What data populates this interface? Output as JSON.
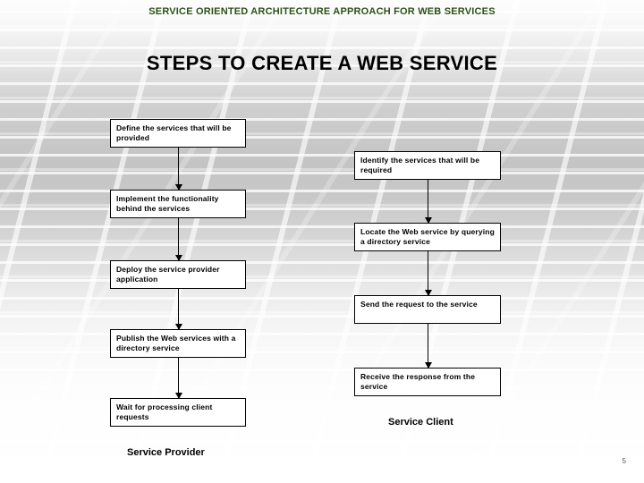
{
  "slide": {
    "header_title": "SERVICE ORIENTED ARCHITECTURE APPROACH FOR WEB SERVICES",
    "subtitle": "STEPS TO CREATE A WEB SERVICE",
    "page_number": "5",
    "header_color": "#2f4f17",
    "subtitle_color": "#000000",
    "box_fill": "#ffffff",
    "box_border": "#000000",
    "connector_color": "#000000"
  },
  "provider": {
    "label": "Service Provider",
    "steps": [
      {
        "text": "Define the services that will be provided"
      },
      {
        "text": "Implement the functionality behind the services"
      },
      {
        "text": "Deploy the service provider application"
      },
      {
        "text": "Publish the Web services with a directory service"
      },
      {
        "text": "Wait for processing client requests"
      }
    ]
  },
  "client": {
    "label": "Service Client",
    "steps": [
      {
        "text": "Identify the services that will be required"
      },
      {
        "text": "Locate the Web service by querying a directory service"
      },
      {
        "text": "Send the request to the service"
      },
      {
        "text": "Receive the response from the service"
      }
    ]
  }
}
